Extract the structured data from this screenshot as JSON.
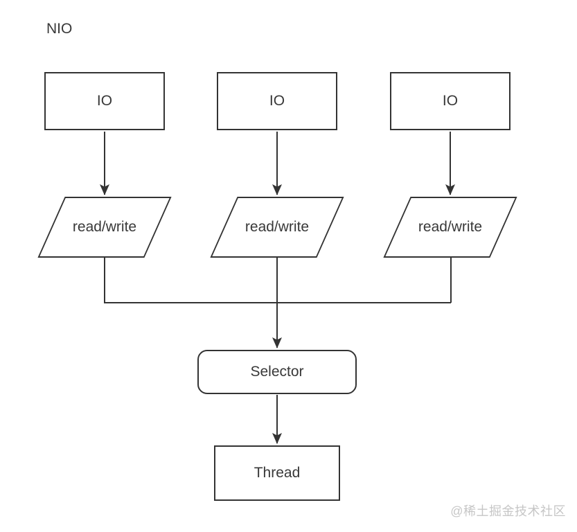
{
  "title": "NIO",
  "diagram": {
    "io_nodes": [
      {
        "label": "IO"
      },
      {
        "label": "IO"
      },
      {
        "label": "IO"
      }
    ],
    "rw_nodes": [
      {
        "label": "read/write"
      },
      {
        "label": "read/write"
      },
      {
        "label": "read/write"
      }
    ],
    "selector": {
      "label": "Selector"
    },
    "thread": {
      "label": "Thread"
    }
  },
  "watermark": "@稀土掘金技术社区",
  "colors": {
    "line": "#333333",
    "text": "#383838",
    "watermark": "#c6c6c6",
    "background": "#ffffff"
  }
}
